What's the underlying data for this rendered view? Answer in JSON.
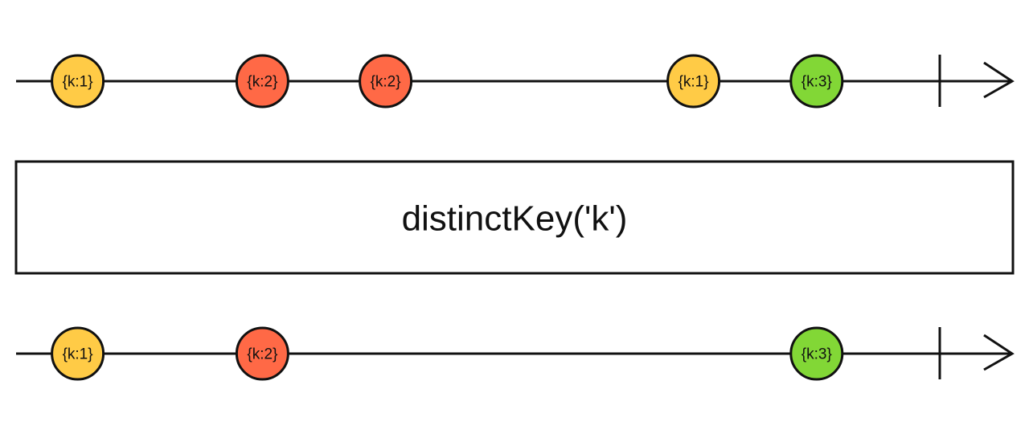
{
  "operator": {
    "label": "distinctKey('k')"
  },
  "colors": {
    "k1": "#FFCB46",
    "k2": "#FF6946",
    "k3": "#82D736",
    "stroke": "#111111"
  },
  "input": {
    "completion_time": 15,
    "marbles": [
      {
        "t": 1,
        "label": "{k:1}",
        "color": "k1"
      },
      {
        "t": 4,
        "label": "{k:2}",
        "color": "k2"
      },
      {
        "t": 6,
        "label": "{k:2}",
        "color": "k2"
      },
      {
        "t": 11,
        "label": "{k:1}",
        "color": "k1"
      },
      {
        "t": 13,
        "label": "{k:3}",
        "color": "k3"
      }
    ]
  },
  "output": {
    "completion_time": 15,
    "marbles": [
      {
        "t": 1,
        "label": "{k:1}",
        "color": "k1"
      },
      {
        "t": 4,
        "label": "{k:2}",
        "color": "k2"
      },
      {
        "t": 13,
        "label": "{k:3}",
        "color": "k3"
      }
    ]
  }
}
